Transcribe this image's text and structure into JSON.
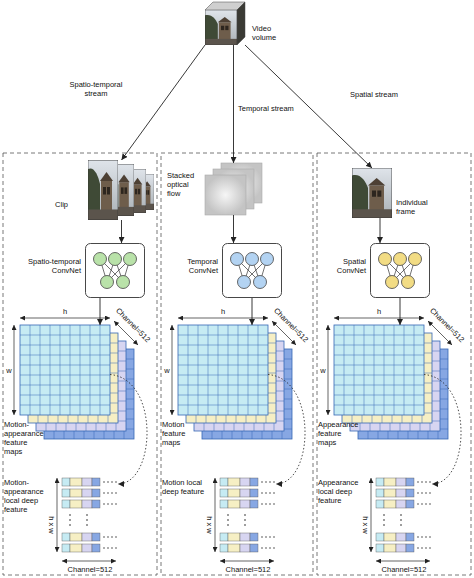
{
  "diagram": {
    "nodes": [
      {
        "text": [
          "Video volume"
        ]
      },
      {
        "text": [
          "Clip"
        ]
      },
      {
        "text": [
          "Spatio-temporal ConvNet"
        ]
      },
      {
        "text": [
          "Motion-appearance feature maps"
        ]
      },
      {
        "text": [
          "Motion-appearance local deep feature"
        ]
      },
      {
        "text": [
          "Stacked optical flow"
        ]
      },
      {
        "text": [
          "Temporal ConvNet"
        ]
      },
      {
        "text": [
          "Motion feature maps"
        ]
      },
      {
        "text": [
          "Motion local deep feature"
        ]
      },
      {
        "text": [
          "Individual frame"
        ]
      },
      {
        "text": [
          "Spatial ConvNet"
        ]
      },
      {
        "text": [
          "Appearance feature maps"
        ]
      },
      {
        "text": [
          "Appearance local deep feature"
        ]
      }
    ],
    "edges": [
      {
        "from": 0,
        "to": 1,
        "arrow": "to",
        "label": "Spatio-temporal stream"
      },
      {
        "from": 0,
        "to": 5,
        "arrow": "to",
        "label": "Temporal stream"
      },
      {
        "from": 0,
        "to": 9,
        "arrow": "to",
        "label": "Spatial stream"
      },
      {
        "from": 1,
        "to": 2,
        "arrow": "to"
      },
      {
        "from": 2,
        "to": 3,
        "arrow": "to"
      },
      {
        "from": 3,
        "to": 4,
        "arrow": "to"
      },
      {
        "from": 5,
        "to": 6,
        "arrow": "to"
      },
      {
        "from": 6,
        "to": 7,
        "arrow": "to"
      },
      {
        "from": 7,
        "to": 8,
        "arrow": "to"
      },
      {
        "from": 9,
        "to": 10,
        "arrow": "to"
      },
      {
        "from": 10,
        "to": 11,
        "arrow": "to"
      },
      {
        "from": 11,
        "to": 12,
        "arrow": "to"
      }
    ],
    "labels": [
      "h",
      "w",
      "Channel=512",
      "h x w",
      "Channel=512",
      "h",
      "w",
      "Channel=512",
      "h x w",
      "Channel=512",
      "h",
      "w",
      "Channel=512",
      "h x w",
      "Channel=512"
    ]
  }
}
